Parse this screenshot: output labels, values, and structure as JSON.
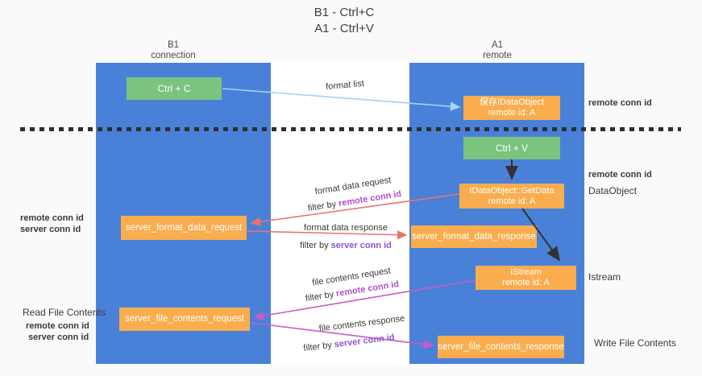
{
  "title": {
    "line1": "B1 - Ctrl+C",
    "line2": "A1 - Ctrl+V"
  },
  "lanes": {
    "left": {
      "name": "B1",
      "role": "connection"
    },
    "right": {
      "name": "A1",
      "role": "remote"
    }
  },
  "nodes": {
    "ctrl_c": {
      "label": "Ctrl + C"
    },
    "ctrl_v": {
      "label": "Ctrl + V"
    },
    "save_idataobject": {
      "line1": "保存IDataObject",
      "line2": "remote id: A"
    },
    "getdata": {
      "line1": "IDataObject::GetData",
      "line2": "remote id: A"
    },
    "istream": {
      "line1": "IStream",
      "line2": "remote id: A"
    },
    "server_format_data_request": {
      "label": "server_format_data_request"
    },
    "server_format_data_response": {
      "label": "server_format_data_response"
    },
    "server_file_contents_request": {
      "label": "server_file_contents_request"
    },
    "server_file_contents_response": {
      "label": "server_file_contents_response"
    }
  },
  "flow_labels": {
    "format_list": "format list",
    "format_data_request": "format data request",
    "format_data_response": "format data response",
    "file_contents_request": "file contents request",
    "file_contents_response": "file contents response",
    "filter_by": "filter by ",
    "remote_conn_id": "remote conn id",
    "server_conn_id": "server conn id"
  },
  "annotations": {
    "remote_conn_id": "remote conn id",
    "server_conn_id": "server conn id",
    "dataobject": "DataObject",
    "istream": "Istream",
    "read_file_contents": "Read File Contents",
    "write_file_contents": "Write File Contents"
  },
  "colors": {
    "lane_blue": "#4a81d8",
    "node_green": "#7bc47e",
    "node_orange": "#f9ad4e",
    "arrow_lightblue": "#a5d3f2",
    "arrow_red": "#e8736e",
    "arrow_magenta": "#c75bc7",
    "arrow_black": "#333333",
    "remote_conn_id_magenta": "#b44fc6",
    "server_conn_id_green": "#53b667",
    "server_conn_id_purple": "#9152d0",
    "background": "#fafafa",
    "lane_gap_white": "#ffffff"
  }
}
